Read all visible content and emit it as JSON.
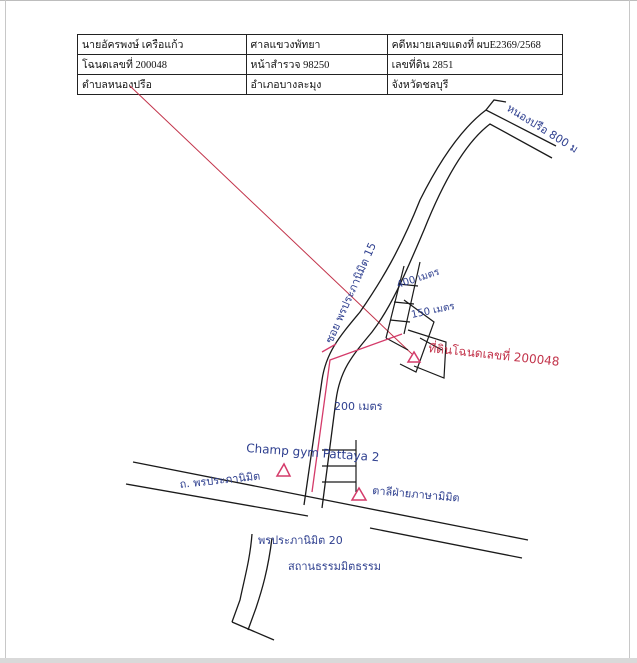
{
  "info_table": {
    "rows": [
      [
        "นายอัครพงษ์ เครือแก้ว",
        "ศาลแขวงพัทยา",
        "คดีหมายเลขแดงที่ ผบE2369/2568"
      ],
      [
        "โฉนดเลขที่ 200048",
        "หน้าสำรวจ 98250",
        "เลขที่ดิน 2851"
      ],
      [
        "ตำบลหนองปรือ",
        "อำเภอบางละมุง",
        "จังหวัดชลบุรี"
      ]
    ]
  },
  "map": {
    "label_top_road": "หนองปรือ 800 ม",
    "label_soi": "ซอย พรประภานิมิต 15",
    "label_dist_400": "400 เมตร",
    "label_dist_150": "150 เมตร",
    "label_target": "ที่ดินโฉนดเลขที่ 200048",
    "label_dist_200": "200 เมตร",
    "label_gym": "Champ gym Pattaya 2",
    "label_tax_office": "ตาลีฝ่ายภาษามิมิต",
    "label_main_road": "ถ. พรประภานิมิต",
    "label_bottom_road": "พรประภานิมิต 20",
    "label_temple": "สถานธรรมมิตธรรม",
    "colors": {
      "ink_black": "#1a1a1a",
      "ink_blue": "#2e3f8f",
      "ink_red": "#c2334a",
      "ink_pink": "#d43b6a"
    }
  }
}
